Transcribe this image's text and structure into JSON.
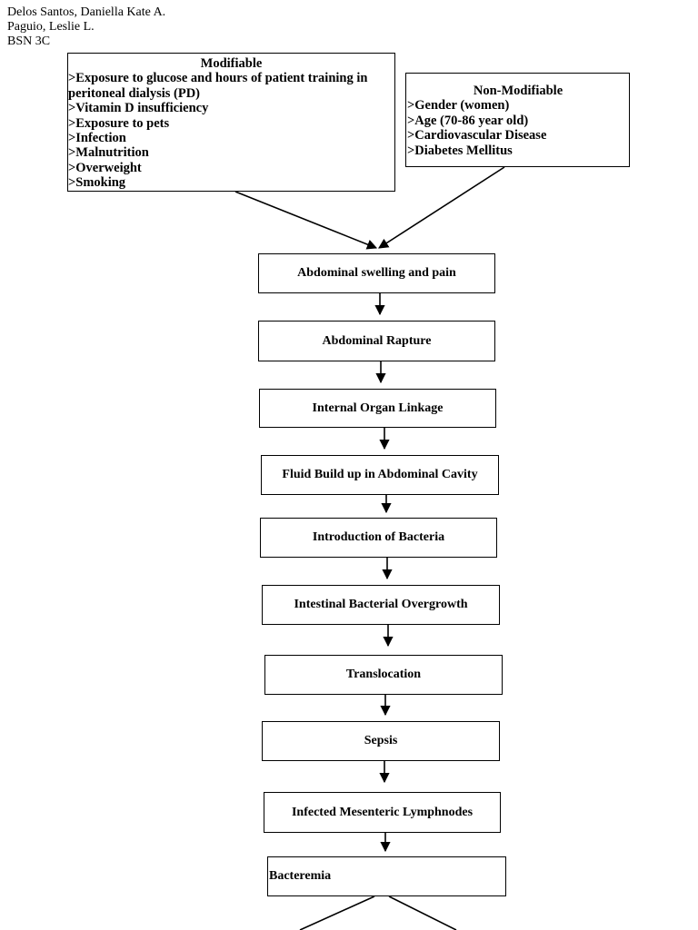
{
  "authors": [
    "Delos Santos, Daniella Kate A.",
    "Paguio, Leslie L.",
    "BSN 3C"
  ],
  "modifiable": {
    "title": "Modifiable",
    "items": [
      ">Exposure to glucose and hours of patient training in peritoneal dialysis (PD)",
      ">Vitamin D insufficiency",
      ">Exposure to pets",
      ">Infection",
      ">Malnutrition",
      ">Overweight",
      ">Smoking"
    ]
  },
  "non_modifiable": {
    "title": "Non-Modifiable",
    "items": [
      ">Gender (women)",
      ">Age (70-86 year old)",
      ">Cardiovascular Disease",
      ">Diabetes Mellitus"
    ]
  },
  "flow": [
    "Abdominal swelling and pain",
    "Abdominal Rapture",
    "Internal Organ Linkage",
    "Fluid Build up in Abdominal Cavity",
    "Introduction of Bacteria",
    "Intestinal Bacterial Overgrowth",
    "Translocation",
    "Sepsis",
    "Infected Mesenteric Lymphnodes",
    "Bacteremia"
  ]
}
